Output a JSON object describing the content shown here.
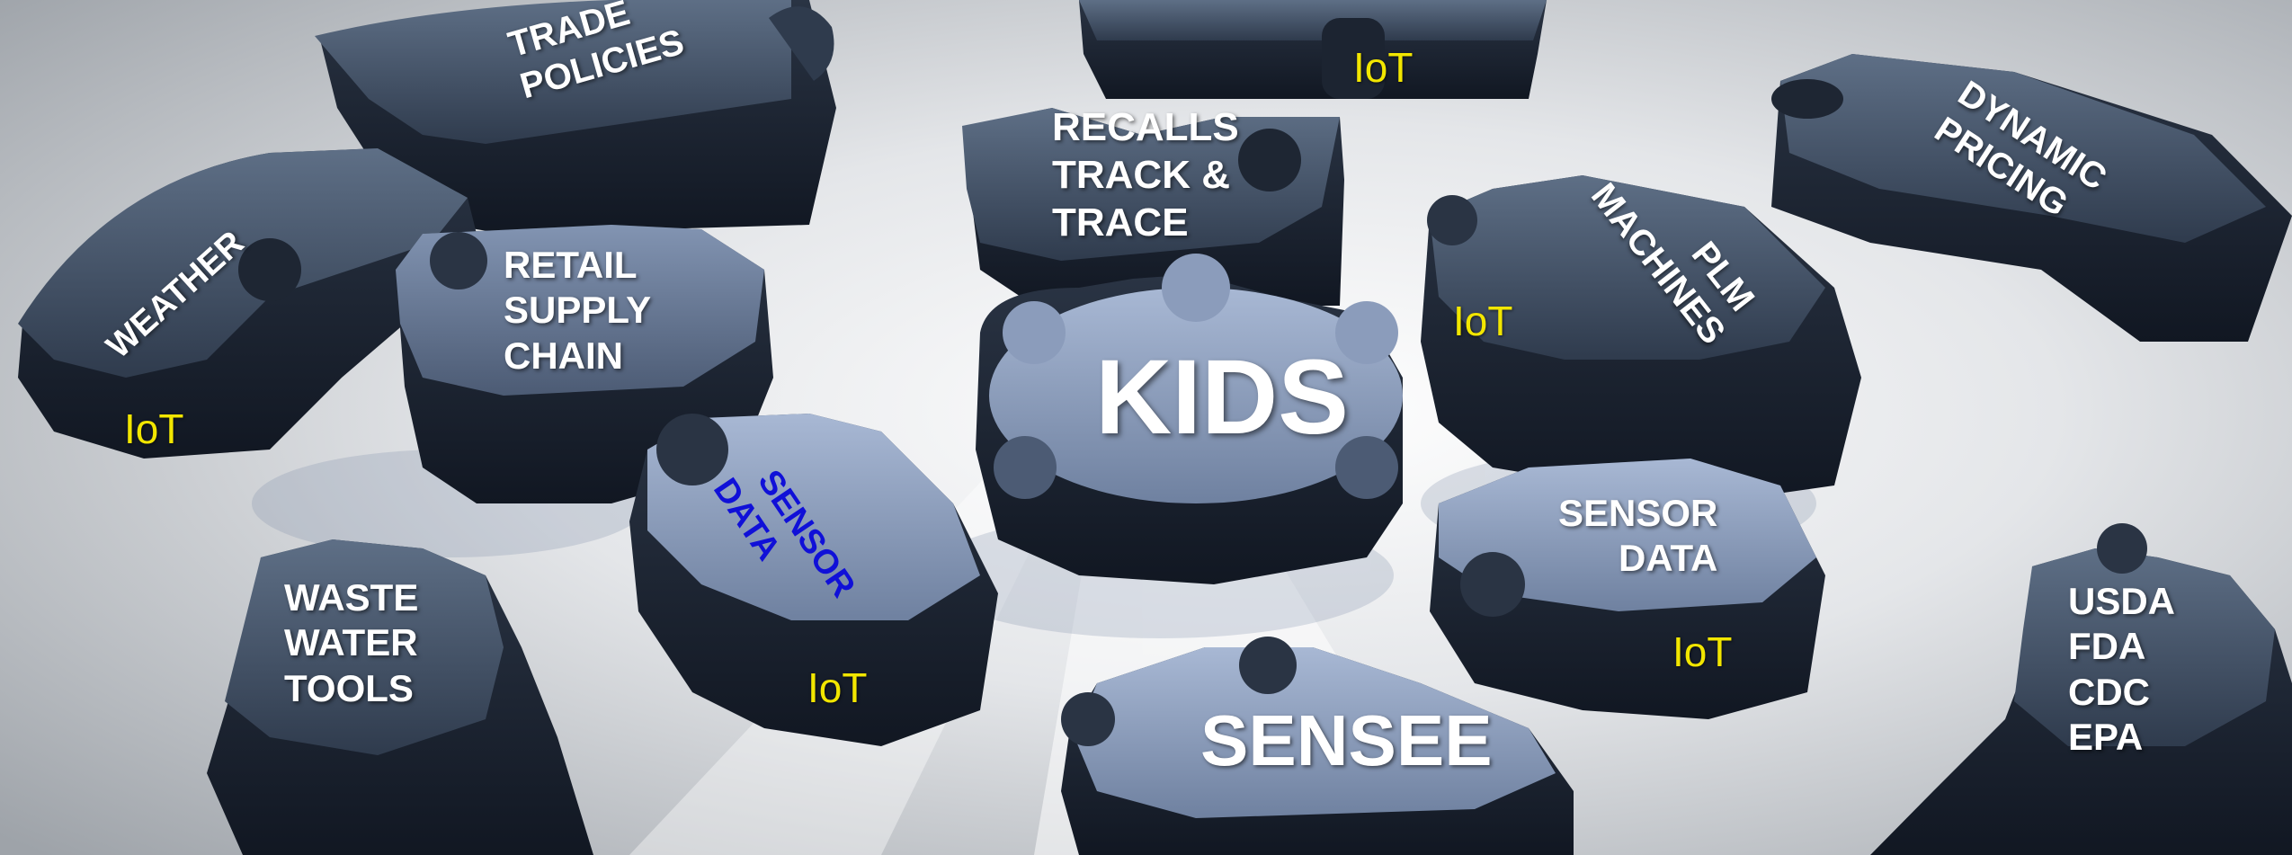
{
  "center": {
    "label": "KIDS"
  },
  "bottom_center": {
    "label": "SENSEE"
  },
  "pieces": {
    "trade_policies": [
      "TRADE",
      "POLICIES"
    ],
    "recalls": [
      "RECALLS",
      "TRACK &",
      "TRACE"
    ],
    "dynamic_pricing": [
      "DYNAMIC",
      "PRICING"
    ],
    "weather": [
      "WEATHER"
    ],
    "retail_supply_chain": [
      "RETAIL",
      "SUPPLY",
      "CHAIN"
    ],
    "plm_machines": [
      "PLM",
      "MACHINES"
    ],
    "sensor_data_left": [
      "SENSOR",
      "DATA"
    ],
    "sensor_data_right": [
      "SENSOR",
      "DATA"
    ],
    "waste_water_tools": [
      "WASTE",
      "WATER",
      "TOOLS"
    ],
    "regulators": [
      "USDA",
      "FDA",
      "CDC",
      "EPA"
    ]
  },
  "iot_label": "IoT",
  "colors": {
    "piece_top": "#46566c",
    "piece_side": "#1c2431",
    "center_piece": "#8597b8",
    "iot_text": "#f2e600",
    "sensor_left_text": "#1010d8"
  }
}
